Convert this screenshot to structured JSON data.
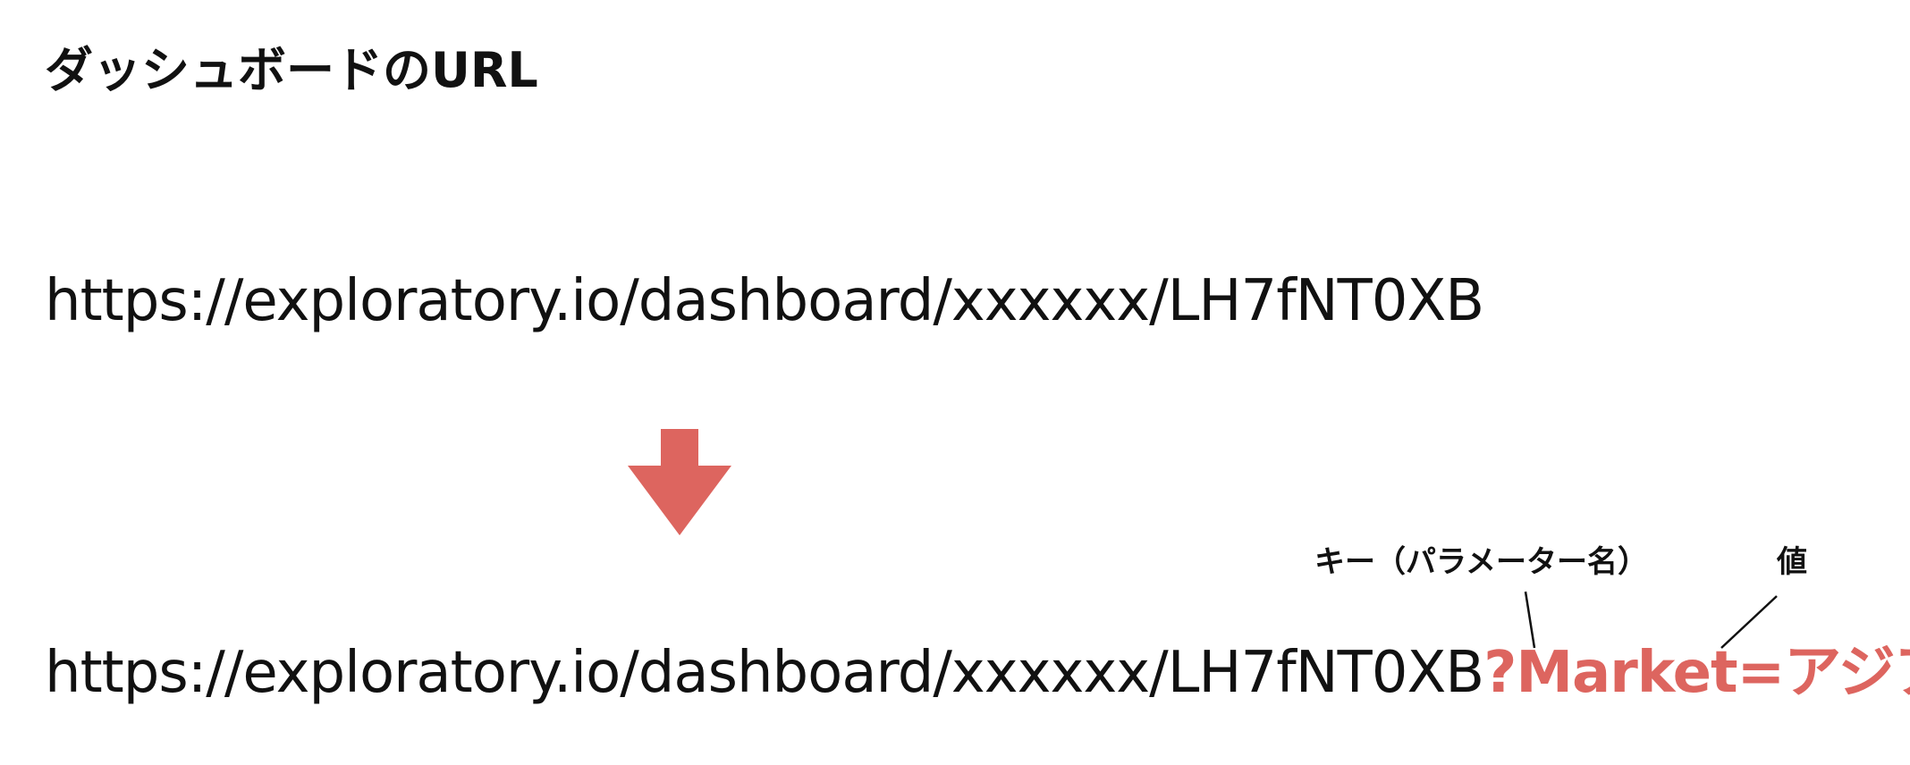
{
  "title": "ダッシュボードのURL",
  "url_before": "https://exploratory.io/dashboard/xxxxxx/LH7fNT0XB",
  "url_after": {
    "base": "https://exploratory.io/dashboard/xxxxxx/LH7fNT0XB",
    "param": "?Market=アジア"
  },
  "annotations": {
    "key_label": "キー（パラメーター名）",
    "value_label": "値"
  },
  "colors": {
    "accent": "#dd655f",
    "text": "#111111",
    "background": "#ffffff"
  },
  "icons": {
    "transform_arrow": "down-arrow-icon"
  }
}
